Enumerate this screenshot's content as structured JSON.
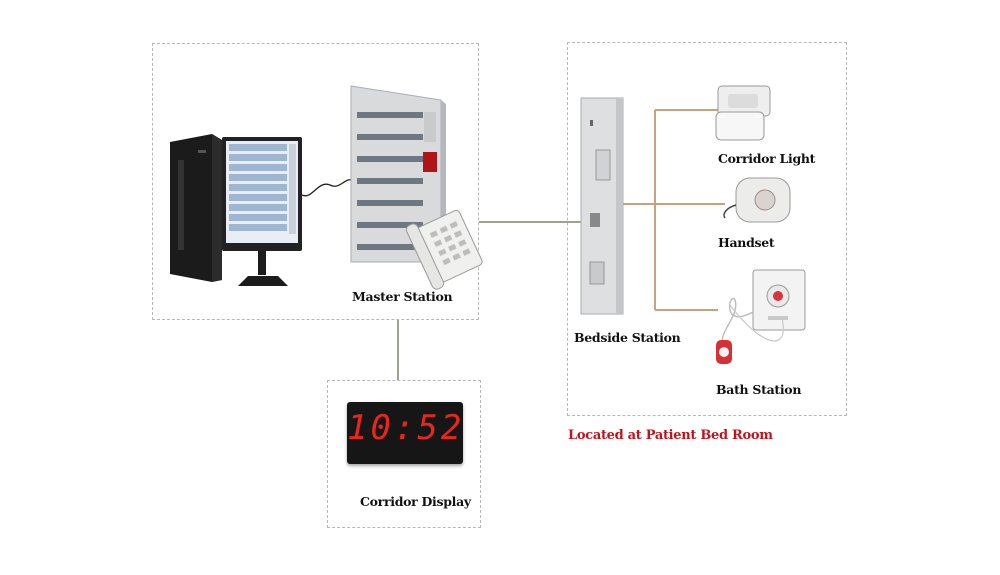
{
  "labels": {
    "master_station": "Master Station",
    "corridor_display": "Corridor Display",
    "bedside_station": "Bedside Station",
    "corridor_light": "Corridor Light",
    "handset": "Handset",
    "bath_station": "Bath Station",
    "patient_room": "Located at Patient Bed Room"
  },
  "corridor_display": {
    "time": "10:52"
  },
  "colors": {
    "accent_red": "#c0141c",
    "display_red": "#e8261e",
    "wire": "#c9a27a"
  },
  "icons": [
    "computer-tower-icon",
    "monitor-icon",
    "master-station-panel-icon",
    "telephone-icon",
    "bedside-station-icon",
    "corridor-light-icon",
    "handset-icon",
    "bath-pullcord-icon"
  ]
}
